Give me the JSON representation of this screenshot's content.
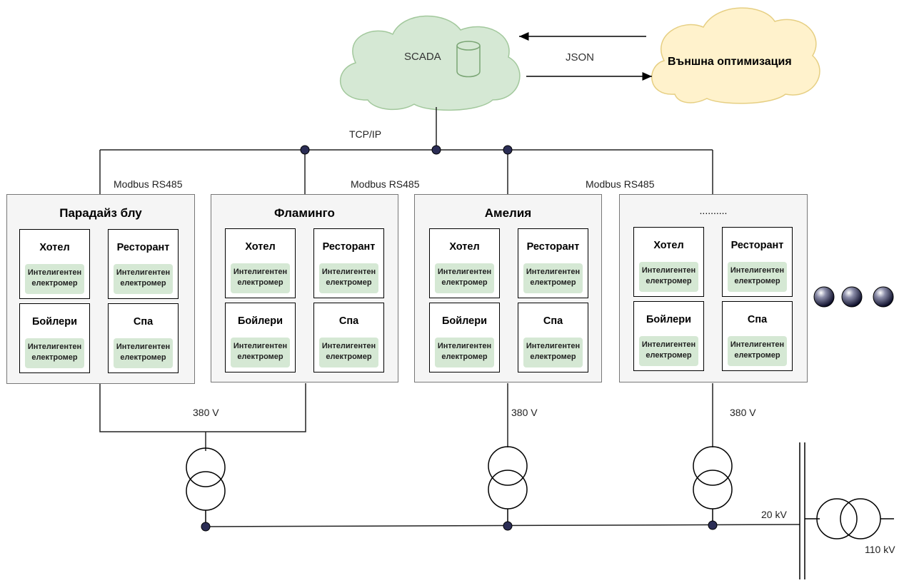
{
  "top": {
    "scada_label": "SCADA",
    "json_label": "JSON",
    "external_label": "Външна оптимизация",
    "tcpip_label": "TCP/IP"
  },
  "modbus_labels": [
    "Modbus RS485",
    "Modbus RS485",
    "Modbus RS485"
  ],
  "meter_text_line1": "Интелигентен",
  "meter_text_line2": "електромер",
  "panels": [
    {
      "title": "Парадайз блу",
      "boxes": [
        {
          "title": "Хотел"
        },
        {
          "title": "Ресторант"
        },
        {
          "title": "Бойлери"
        },
        {
          "title": "Спа"
        }
      ]
    },
    {
      "title": "Фламинго",
      "boxes": [
        {
          "title": "Хотел"
        },
        {
          "title": "Ресторант"
        },
        {
          "title": "Бойлери"
        },
        {
          "title": "Спа"
        }
      ]
    },
    {
      "title": "Амелия",
      "boxes": [
        {
          "title": "Хотел"
        },
        {
          "title": "Ресторант"
        },
        {
          "title": "Бойлери"
        },
        {
          "title": "Спа"
        }
      ]
    },
    {
      "title": "..........",
      "boxes": [
        {
          "title": "Хотел"
        },
        {
          "title": "Ресторант"
        },
        {
          "title": "Бойлери"
        },
        {
          "title": "Спа"
        }
      ]
    }
  ],
  "voltage_labels": [
    "380 V",
    "380 V",
    "380 V"
  ],
  "bus_20kv_label": "20 kV",
  "bus_110kv_label": "110 kV",
  "colors": {
    "scada_cloud": "#d5e8d4",
    "external_cloud": "#fff2cc",
    "meter_fill": "#d5e8d4",
    "panel_fill": "#f5f5f5",
    "node_fill": "#2b2d55"
  }
}
